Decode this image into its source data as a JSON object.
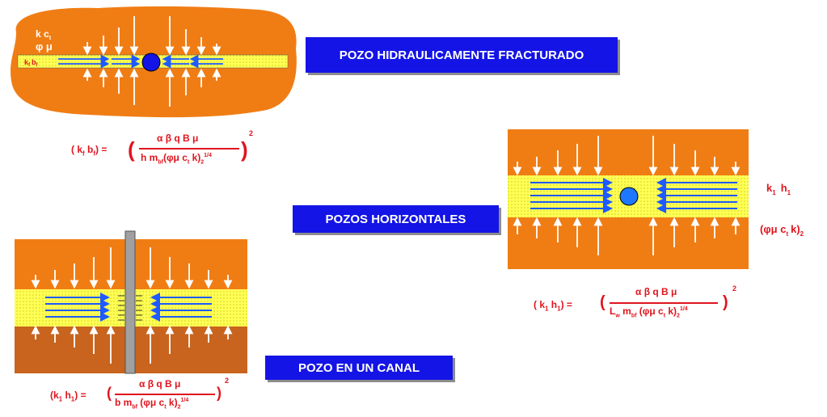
{
  "titles": {
    "fractured": "POZO HIDRAULICAMENTE FRACTURADO",
    "horizontal": "POZOS HORIZONTALES",
    "channel": "POZO EN UN CANAL"
  },
  "fractured_labels": {
    "perm": "k c",
    "perm_sub": "t",
    "phi_mu": "φ μ",
    "frac": "k",
    "frac_sub_f": "f",
    "frac_b": "b",
    "frac_sub_f2": "f"
  },
  "horizontal_labels": {
    "k1": "k",
    "k1_sub": "1",
    "h1": "h",
    "h1_sub": "1",
    "props": "(φμ c",
    "props_sub_t": "t",
    "props_end": "k)",
    "props_sub_2": "2"
  },
  "formulas": {
    "fractured": {
      "lhs": "( k",
      "lhs_sub1": "f",
      "lhs_b": " b",
      "lhs_sub2": "f",
      "lhs_end": ") =",
      "open": "(",
      "num": "α β q B μ",
      "den": "h  m",
      "den_sub": "bf",
      "den_rest": "(φμ  c",
      "den_sub_t": "t",
      "den_k": " k)",
      "den_pow": "1/4",
      "den_sub_2": "2",
      "close": ")",
      "exp": "2"
    },
    "horizontal": {
      "lhs": "( k",
      "lhs_sub1": "1",
      "lhs_h": " h",
      "lhs_sub2": "1",
      "lhs_end": ") =",
      "open": "(",
      "num": "α β  q B μ",
      "den_L": "L",
      "den_L_sub": "w",
      "den_m": " m",
      "den_m_sub": "bf",
      "den_rest": " (φμ c",
      "den_sub_t": "t",
      "den_k": " k)",
      "den_pow": "1/4",
      "den_sub_2": "2",
      "close": ")",
      "exp": "2"
    },
    "channel": {
      "lhs": "(k",
      "lhs_sub1": "1",
      "lhs_h": " h",
      "lhs_sub2": "1",
      "lhs_end": ") =",
      "open": "(",
      "num": "α β  q B μ",
      "den": "b m",
      "den_sub": "bf",
      "den_rest": " (φμ  c",
      "den_sub_t": "t",
      "den_k": "  k)",
      "den_pow": "1/4",
      "den_sub_2": "2",
      "close": ")",
      "exp": "2"
    }
  },
  "colors": {
    "orange": "#f07d14",
    "dark_orange": "#c8641e",
    "yellow": "#ffff50",
    "blue": "#1e5aff",
    "title_bg": "#1414e6",
    "formula_red": "#e0141e"
  }
}
